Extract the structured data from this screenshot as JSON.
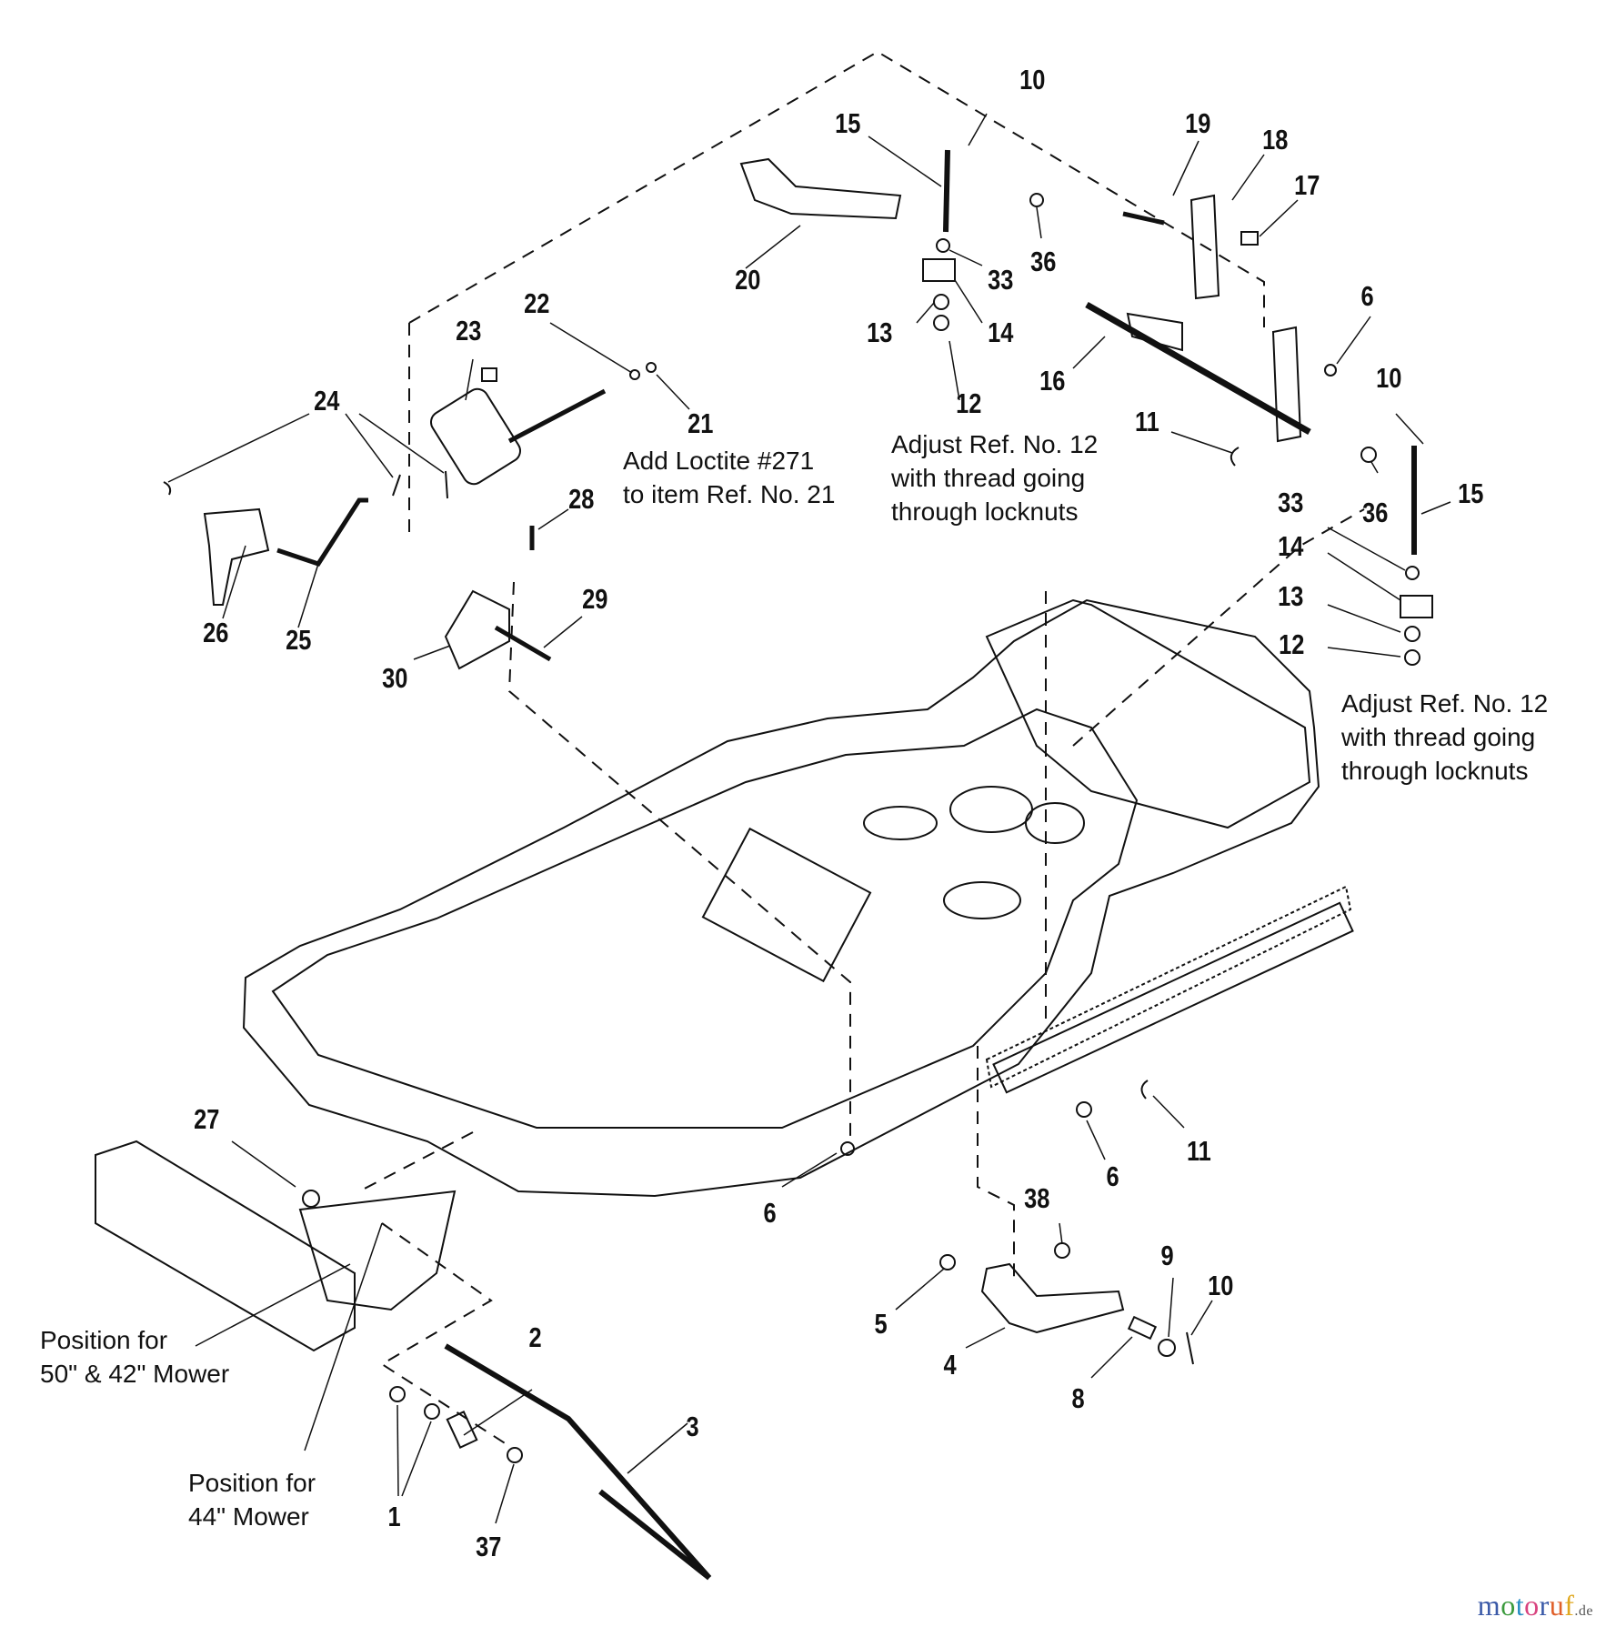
{
  "diagram": {
    "title": "Exploded parts diagram – mower deck lift linkage and frame",
    "callouts": [
      {
        "id": "c1",
        "label": "10"
      },
      {
        "id": "c2",
        "label": "15"
      },
      {
        "id": "c3",
        "label": "19"
      },
      {
        "id": "c4",
        "label": "18"
      },
      {
        "id": "c5",
        "label": "17"
      },
      {
        "id": "c6",
        "label": "36"
      },
      {
        "id": "c7",
        "label": "33"
      },
      {
        "id": "c8",
        "label": "20"
      },
      {
        "id": "c9",
        "label": "14"
      },
      {
        "id": "c10",
        "label": "13"
      },
      {
        "id": "c11",
        "label": "12"
      },
      {
        "id": "c12",
        "label": "16"
      },
      {
        "id": "c13",
        "label": "6"
      },
      {
        "id": "c14",
        "label": "10"
      },
      {
        "id": "c15",
        "label": "22"
      },
      {
        "id": "c16",
        "label": "23"
      },
      {
        "id": "c17",
        "label": "21"
      },
      {
        "id": "c18",
        "label": "24"
      },
      {
        "id": "c19",
        "label": "11"
      },
      {
        "id": "c20",
        "label": "36"
      },
      {
        "id": "c21",
        "label": "15"
      },
      {
        "id": "c22",
        "label": "33"
      },
      {
        "id": "c23",
        "label": "14"
      },
      {
        "id": "c24",
        "label": "13"
      },
      {
        "id": "c25",
        "label": "12"
      },
      {
        "id": "c26",
        "label": "28"
      },
      {
        "id": "c27",
        "label": "29"
      },
      {
        "id": "c28",
        "label": "26"
      },
      {
        "id": "c29",
        "label": "25"
      },
      {
        "id": "c30",
        "label": "30"
      },
      {
        "id": "c31",
        "label": "27"
      },
      {
        "id": "c32",
        "label": "6"
      },
      {
        "id": "c33",
        "label": "11"
      },
      {
        "id": "c34",
        "label": "6"
      },
      {
        "id": "c35",
        "label": "38"
      },
      {
        "id": "c36",
        "label": "9"
      },
      {
        "id": "c37",
        "label": "10"
      },
      {
        "id": "c38",
        "label": "5"
      },
      {
        "id": "c39",
        "label": "4"
      },
      {
        "id": "c40",
        "label": "8"
      },
      {
        "id": "c41",
        "label": "2"
      },
      {
        "id": "c42",
        "label": "3"
      },
      {
        "id": "c43",
        "label": "1"
      },
      {
        "id": "c44",
        "label": "37"
      }
    ],
    "notes": {
      "loctite": [
        "Add Loctite #271",
        "to item Ref. No. 21"
      ],
      "adjust_center": [
        "Adjust Ref. No. 12",
        "with thread going",
        "through locknuts"
      ],
      "adjust_right": [
        "Adjust Ref. No. 12",
        "with thread going",
        "through locknuts"
      ],
      "position_50_42": [
        "Position for",
        "50\" & 42\" Mower"
      ],
      "position_44": [
        "Position for",
        "44\" Mower"
      ]
    },
    "watermark": {
      "letters": [
        "m",
        "o",
        "t",
        "o",
        "r",
        "u",
        "f"
      ],
      "tld": ".de"
    }
  }
}
